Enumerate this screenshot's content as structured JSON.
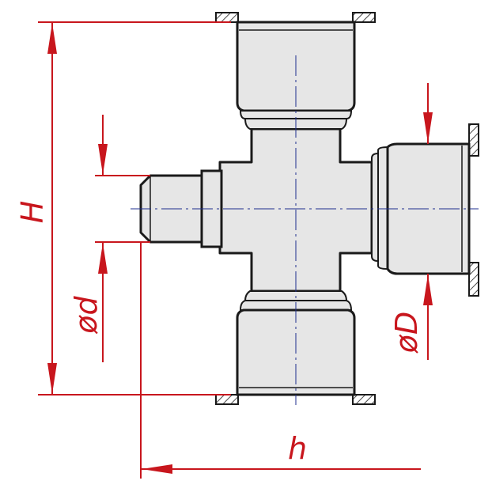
{
  "labels": {
    "H": "H",
    "d": "ød",
    "D": "øD",
    "h": "h"
  },
  "colors": {
    "dimension": "#c8161d",
    "outline": "#1a1a1a",
    "part_fill": "#e6e6e6",
    "centerline": "#1f2f8f",
    "hatch_fill": "#ffffff"
  }
}
